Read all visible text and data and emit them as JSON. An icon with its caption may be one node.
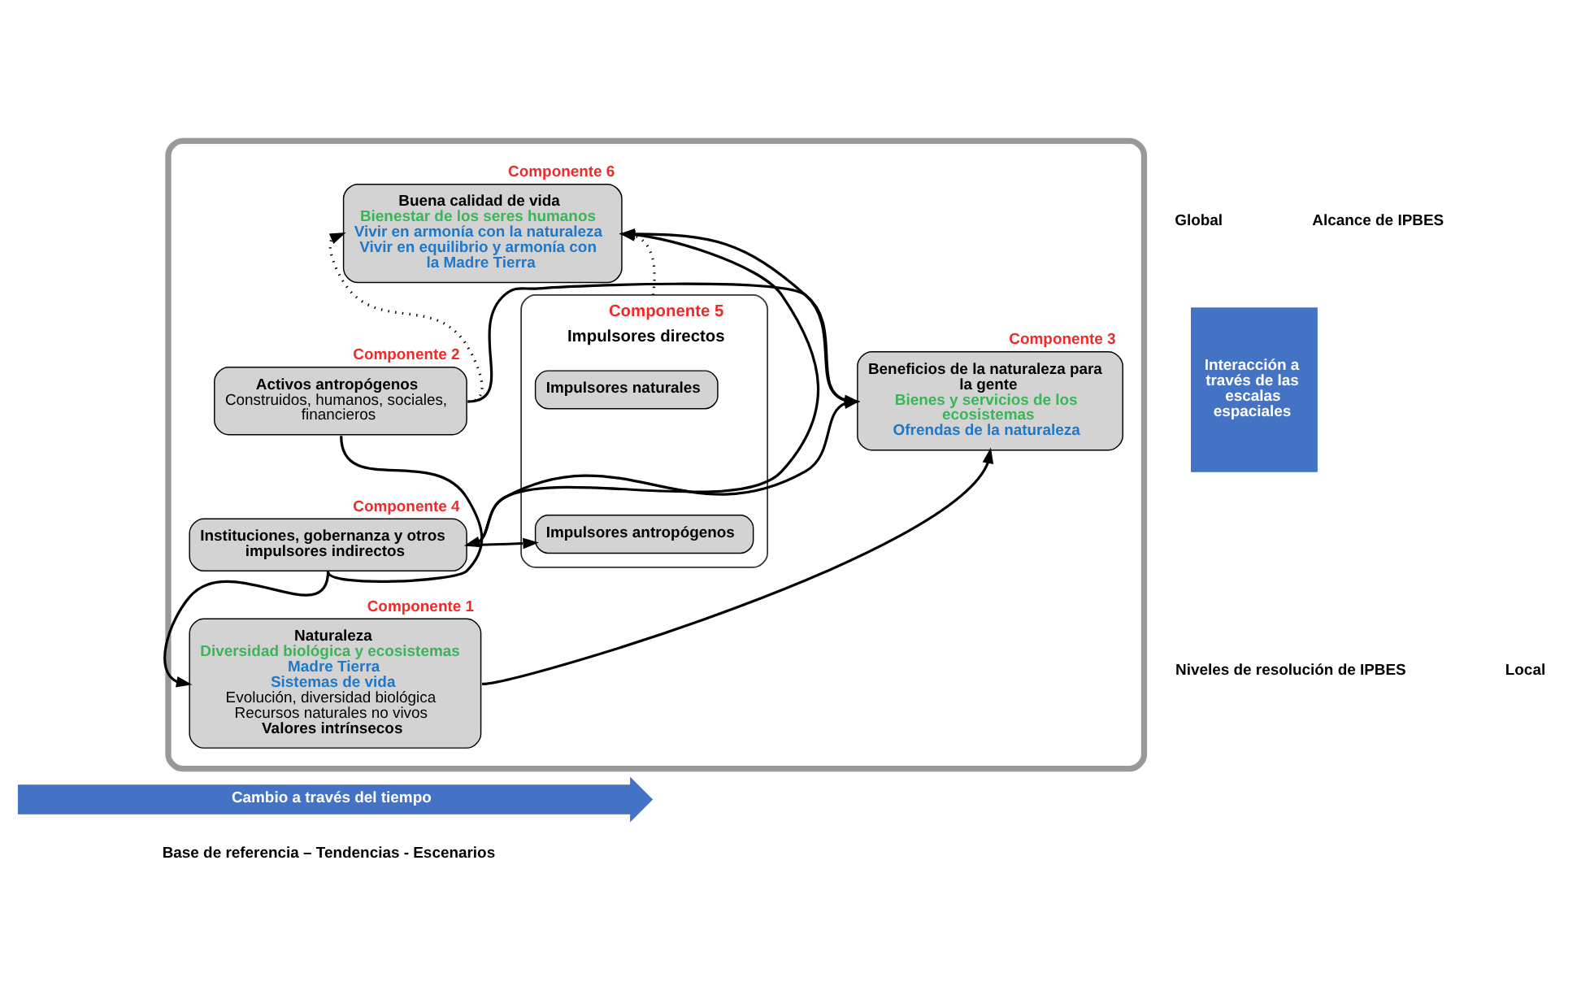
{
  "diagram": {
    "nodes": [
      {
        "text": [],
        "shape": "box"
      },
      {
        "text": [
          "Buena calidad de vida",
          "Bienestar de los seres humanos",
          "Vivir en armonía con la naturaleza",
          "Vivir en equilibrio y armonía con la Madre Tierra"
        ],
        "in": 0,
        "beside": [
          "Componente 6"
        ]
      },
      {
        "text": [
          "Beneficios de la naturaleza para la gente",
          "Bienes y servicios de los ecosistemas",
          "Ofrendas de la naturaleza"
        ],
        "in": 0,
        "beside": [
          "Componente 3"
        ]
      },
      {
        "text": [
          "Activos antropógenos",
          "Construidos, humanos, sociales, financieros"
        ],
        "in": 0,
        "beside": [
          "Componente 2"
        ]
      },
      {
        "text": [
          "Instituciones, gobernanza y otros impulsores indirectos"
        ],
        "in": 0,
        "beside": [
          "Componente 4"
        ]
      },
      {
        "text": [
          "Impulsores directos"
        ],
        "in": 0,
        "beside": [
          "Componente 5"
        ]
      },
      {
        "text": [
          "Impulsores naturales"
        ],
        "in": 5
      },
      {
        "text": [
          "Impulsores antropógenos"
        ],
        "in": 5
      },
      {
        "text": [
          "Naturaleza",
          "Diversidad biológica y ecosistemas",
          "Madre Tierra",
          "Sistemas de vida",
          "Evolución, diversidad biológica",
          "Recursos naturales no vivos",
          "Valores intrínsecos"
        ],
        "in": 0,
        "beside": [
          "Componente 1"
        ]
      },
      {
        "text": [
          "Interacción a través de las escalas espaciales"
        ]
      },
      {
        "text": [
          "Cambio a través del tiempo"
        ],
        "beside": [
          "Base de referencia – Tendencias - Escenarios"
        ]
      }
    ],
    "edges": [
      {
        "from": 2,
        "to": 1,
        "arrow": "to"
      },
      {
        "from": 3,
        "to": 1,
        "arrow": "to",
        "style": "dashed"
      },
      {
        "from": 5,
        "to": 1,
        "arrow": "to",
        "style": "dashed"
      },
      {
        "from": 3,
        "to": 2,
        "arrow": "to"
      },
      {
        "from": 4,
        "to": 2,
        "arrow": "to"
      },
      {
        "from": 1,
        "to": 4,
        "arrow": "to"
      },
      {
        "from": 3,
        "to": 4,
        "arrow": "none"
      },
      {
        "from": 4,
        "to": 7,
        "arrow": "to"
      },
      {
        "from": 4,
        "to": 8,
        "arrow": "to"
      },
      {
        "from": 8,
        "to": 2,
        "arrow": "to"
      }
    ],
    "labels": [
      "Global",
      "Alcance de IPBES",
      "Niveles de resolución de IPBES",
      "Local"
    ]
  }
}
